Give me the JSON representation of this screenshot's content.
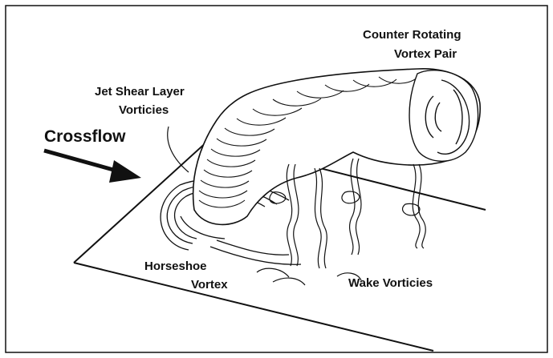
{
  "labels": {
    "counter_rotating_line1": "Counter Rotating",
    "counter_rotating_line2": "Vortex Pair",
    "jet_shear_line1": "Jet Shear Layer",
    "jet_shear_line2": "Vorticies",
    "crossflow": "Crossflow",
    "horseshoe_line1": "Horseshoe",
    "horseshoe_line2": "Vortex",
    "wake": "Wake Vorticies"
  },
  "colors": {
    "ink": "#111111",
    "background": "#ffffff"
  }
}
